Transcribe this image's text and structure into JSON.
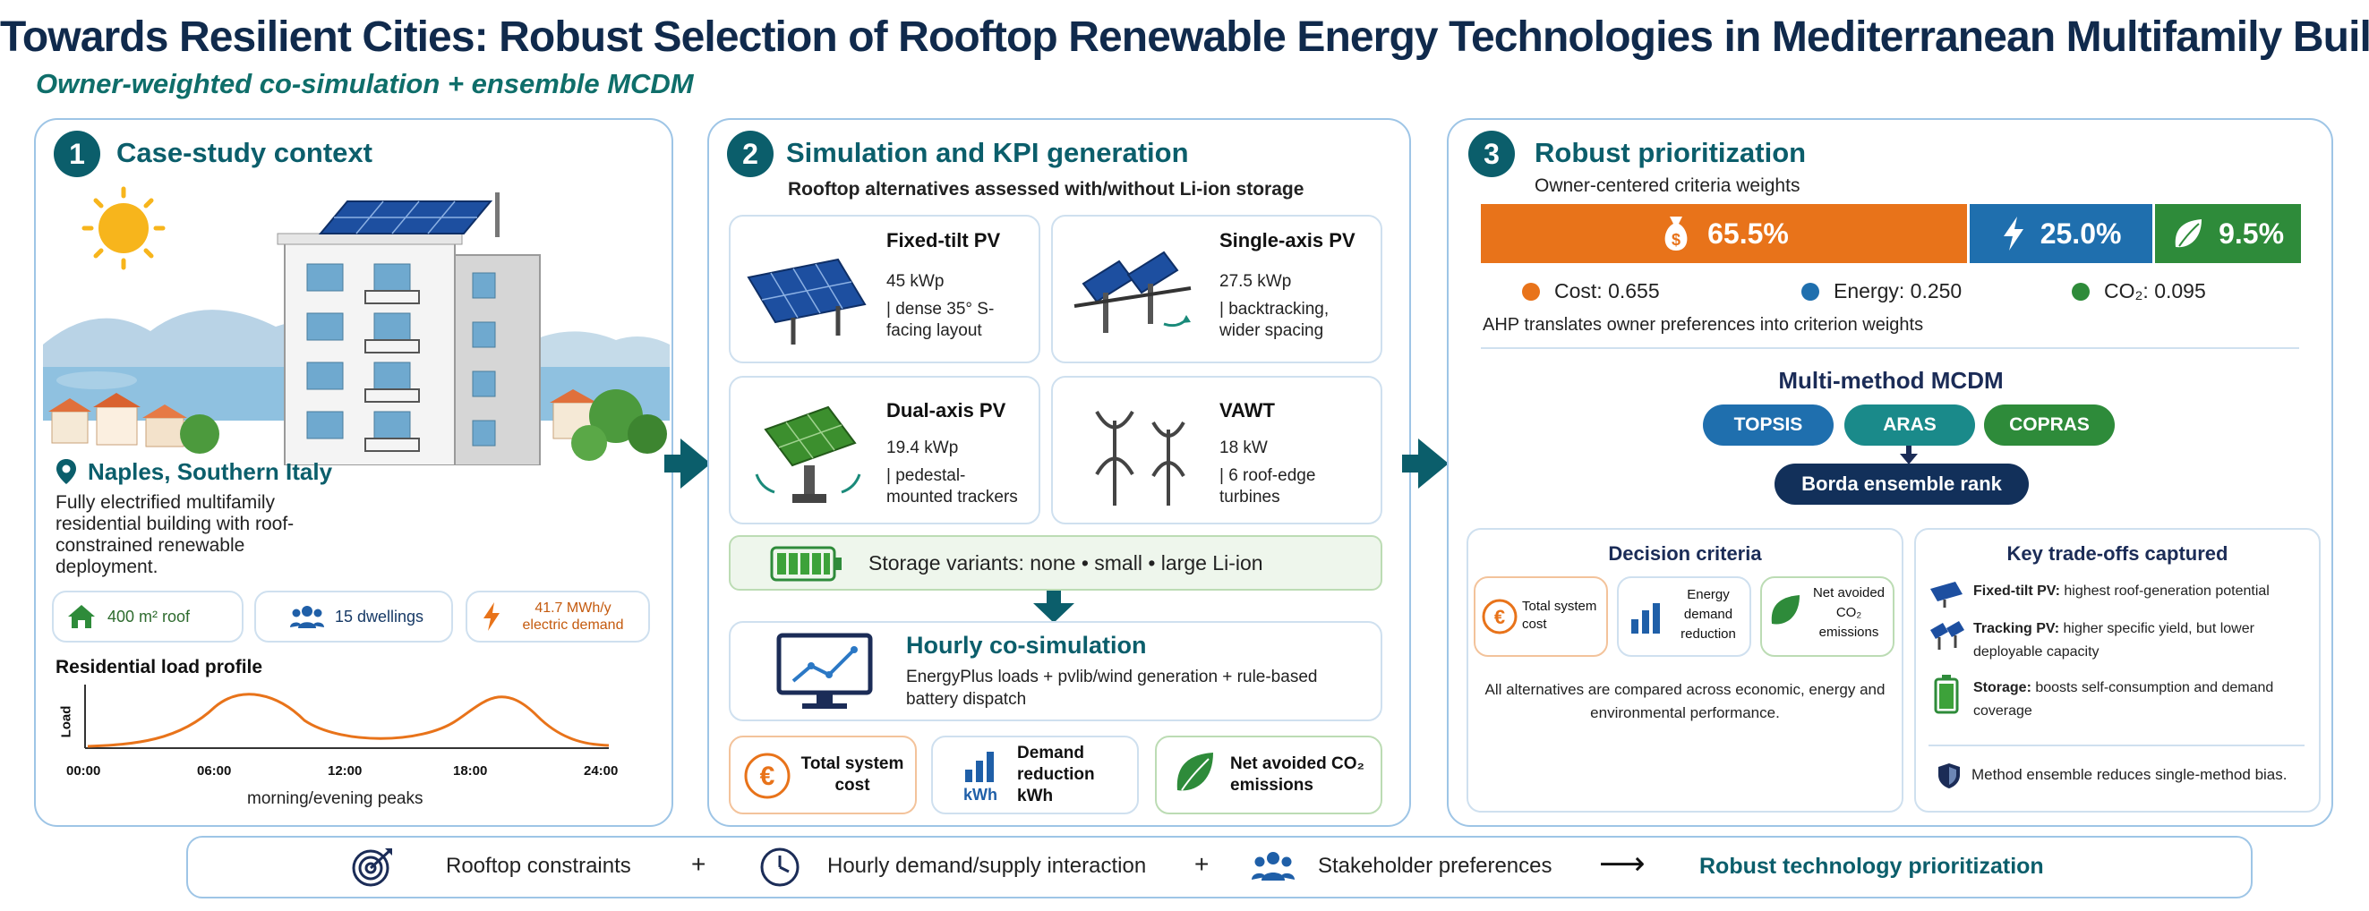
{
  "header": {
    "title": "Towards Resilient Cities: Robust Selection of Rooftop Renewable Energy Technologies in Mediterranean Multifamily Buildings",
    "subtitle": "Owner-weighted co-simulation + ensemble MCDM"
  },
  "panel1": {
    "num": "1",
    "title": "Case-study context",
    "location": "Naples, Southern Italy",
    "description": "Fully electrified multifamily residential building with roof-constrained renewable deployment.",
    "stats": [
      {
        "label": "400 m² roof",
        "icon": "house-icon",
        "color": "#2e8b3a"
      },
      {
        "label": "15 dwellings",
        "icon": "people-icon",
        "color": "#1f5fa8"
      },
      {
        "label": "41.7 MWh/y electric demand",
        "icon": "lightning-icon",
        "color": "#e8731a"
      }
    ],
    "load_title": "Residential load profile",
    "load_ylabel": "Load",
    "load_ticks": [
      "00:00",
      "06:00",
      "12:00",
      "18:00",
      "24:00"
    ],
    "load_caption": "morning/evening peaks"
  },
  "panel2": {
    "num": "2",
    "title": "Simulation and KPI generation",
    "intro": "Rooftop alternatives assessed with/without Li-ion storage",
    "alternatives": [
      {
        "name": "Fixed-tilt PV",
        "capacity": "45 kWp",
        "detail": "| dense 35° S-facing layout"
      },
      {
        "name": "Single-axis PV",
        "capacity": "27.5 kWp",
        "detail": "| backtracking, wider spacing"
      },
      {
        "name": "Dual-axis PV",
        "capacity": "19.4 kWp",
        "detail": "| pedestal-mounted trackers"
      },
      {
        "name": "VAWT",
        "capacity": "18 kW",
        "detail": "| 6 roof-edge turbines"
      }
    ],
    "storage": "Storage variants: none • small • large Li-ion",
    "cosim_title": "Hourly co-simulation",
    "cosim_text": "EnergyPlus loads + pvlib/wind generation + rule-based battery dispatch",
    "kpis": [
      {
        "label": "Total system cost",
        "color": "#e8731a"
      },
      {
        "label": "Demand reduction kWh",
        "color": "#1f5fa8",
        "unit": "kWh"
      },
      {
        "label": "Net avoided CO₂ emissions",
        "color": "#2e8b3a"
      }
    ]
  },
  "panel3": {
    "num": "3",
    "title": "Robust prioritization",
    "weights_title": "Owner-centered criteria weights",
    "weights": [
      {
        "name": "Cost",
        "value": 0.655,
        "pct": "65.5%",
        "legend": "Cost: 0.655",
        "color": "#e8731a"
      },
      {
        "name": "Energy",
        "value": 0.25,
        "pct": "25.0%",
        "legend": "Energy: 0.250",
        "color": "#1f6fae"
      },
      {
        "name": "CO2",
        "value": 0.095,
        "pct": "9.5%",
        "legend": "CO₂: 0.095",
        "color": "#2e8b3a"
      }
    ],
    "ahp_note": "AHP translates owner preferences into criterion weights",
    "mcdm_title": "Multi-method MCDM",
    "methods": [
      "TOPSIS",
      "ARAS",
      "COPRAS"
    ],
    "borda": "Borda ensemble rank",
    "criteria_title": "Decision criteria",
    "criteria": [
      "Total system cost",
      "Energy demand reduction",
      "Net avoided CO₂ emissions"
    ],
    "criteria_note": "All alternatives are compared across economic, energy and environmental performance.",
    "tradeoffs_title": "Key trade-offs captured",
    "tradeoffs": [
      {
        "head": "Fixed-tilt PV:",
        "text": "highest roof-generation potential"
      },
      {
        "head": "Tracking PV:",
        "text": "higher specific yield, but lower deployable capacity"
      },
      {
        "head": "Storage:",
        "text": "boosts self-consumption and demand coverage"
      }
    ],
    "ensemble_note": "Method ensemble reduces single-method bias."
  },
  "footer": {
    "items": [
      "Rooftop constraints",
      "Hourly demand/supply interaction",
      "Stakeholder preferences"
    ],
    "plus": "+",
    "arrow": "⟶",
    "result": "Robust technology prioritization"
  }
}
